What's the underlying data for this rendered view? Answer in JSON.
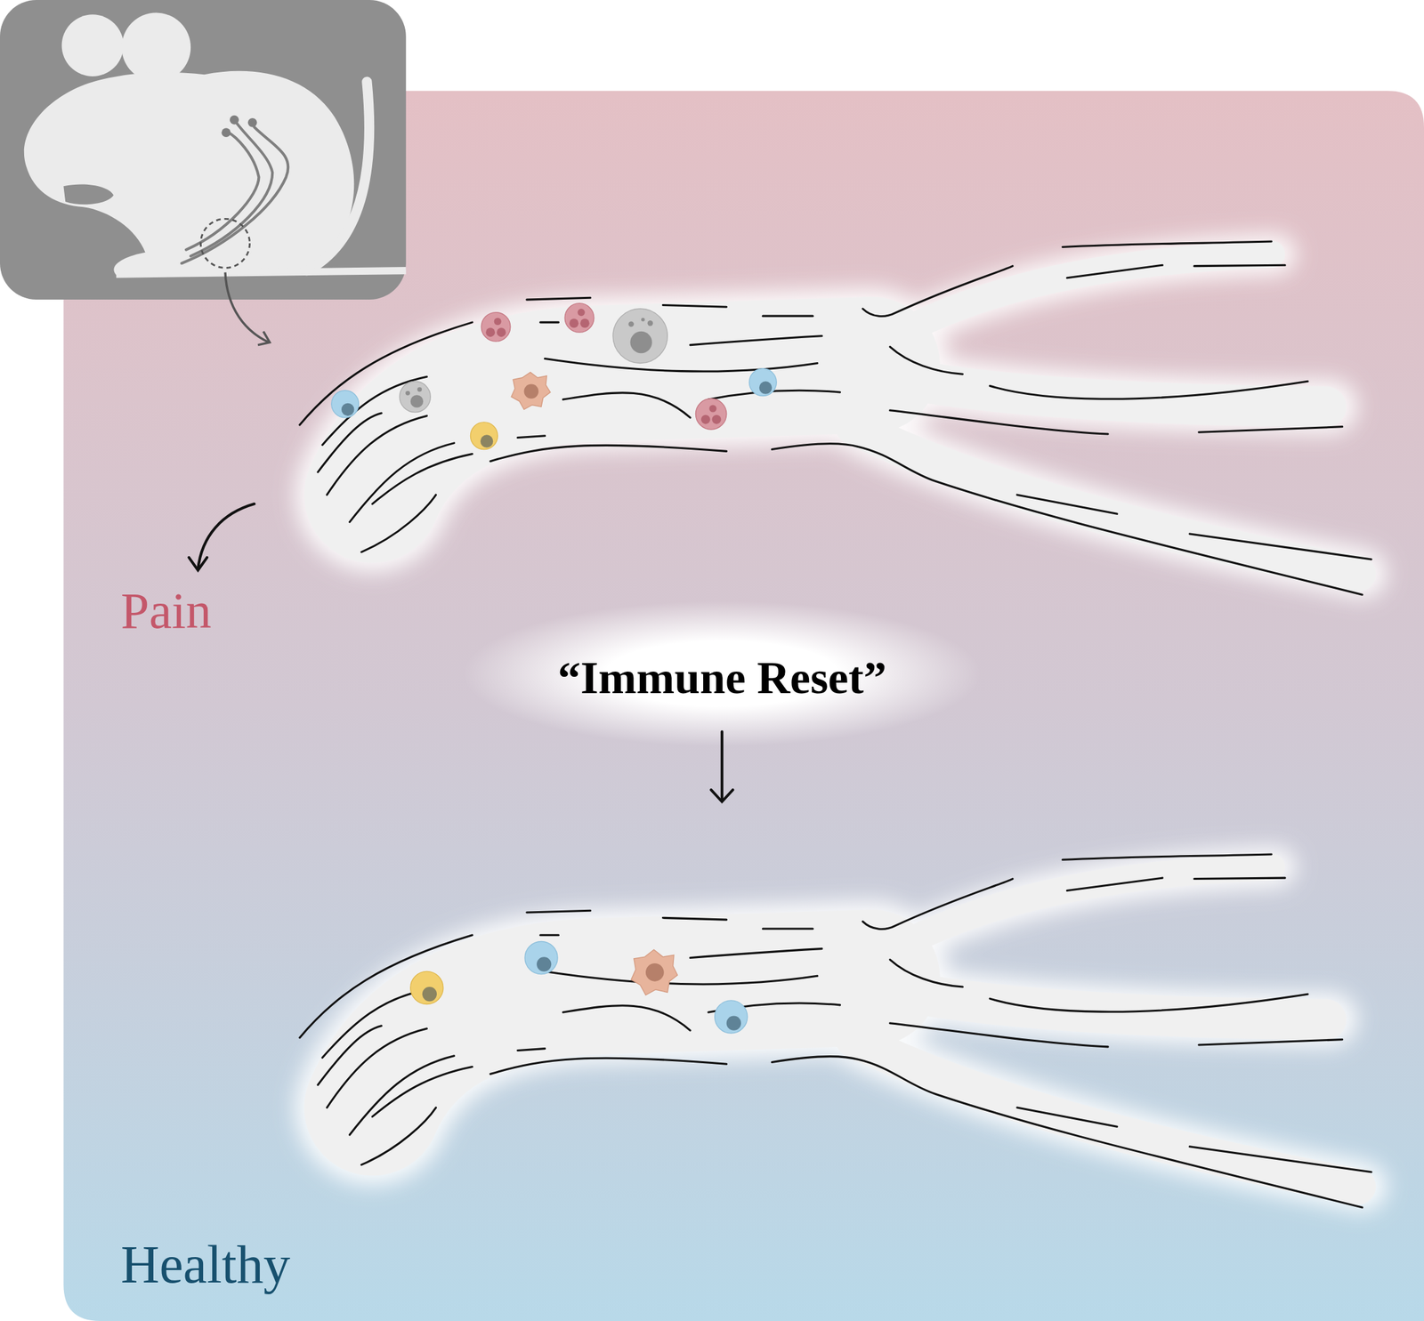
{
  "diagram": {
    "labels": [
      "Pain",
      "“Immune Reset”",
      "Healthy"
    ]
  }
}
